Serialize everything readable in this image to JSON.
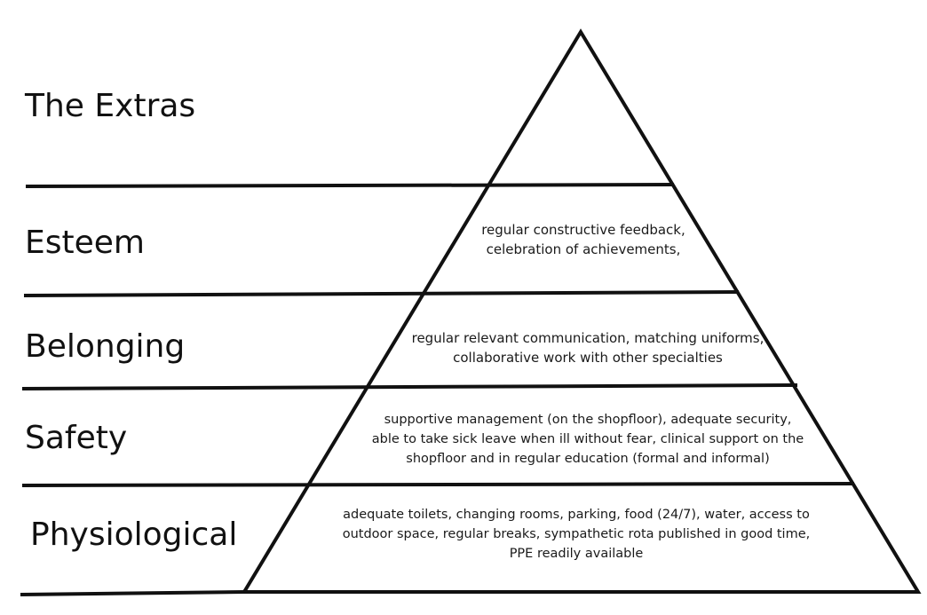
{
  "levels": [
    {
      "name": "The Extras",
      "lines": []
    },
    {
      "name": "Esteem",
      "lines": [
        "regular constructive feedback,",
        "celebration of achievements,"
      ]
    },
    {
      "name": "Belonging",
      "lines": [
        "regular relevant communication, matching uniforms,",
        "collaborative work with other specialties"
      ]
    },
    {
      "name": "Safety",
      "lines": [
        "supportive management (on the shopfloor), adequate security,",
        "able to take sick leave when ill without fear, clinical support on the",
        "shopfloor and in regular education (formal and informal)"
      ]
    },
    {
      "name": "Physiological",
      "lines": [
        "adequate toilets, changing rooms, parking, food (24/7), water, access to",
        "outdoor space, regular breaks, sympathetic rota published in good time,",
        "PPE readily available"
      ]
    }
  ]
}
